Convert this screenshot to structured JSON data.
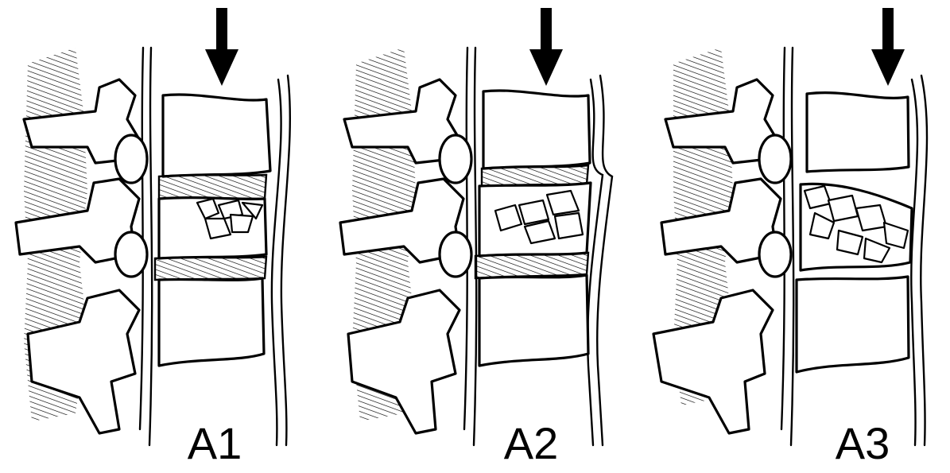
{
  "panels": [
    {
      "id": "a1",
      "label": "A1"
    },
    {
      "id": "a2",
      "label": "A2"
    },
    {
      "id": "a3",
      "label": "A3"
    }
  ]
}
